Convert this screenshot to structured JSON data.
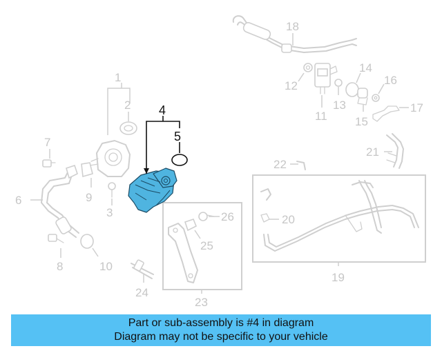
{
  "diagram": {
    "callouts": [
      "1",
      "2",
      "3",
      "4",
      "5",
      "6",
      "7",
      "8",
      "9",
      "10",
      "11",
      "12",
      "13",
      "14",
      "15",
      "16",
      "17",
      "18",
      "19",
      "20",
      "21",
      "22",
      "23",
      "24",
      "25",
      "26"
    ],
    "highlighted_callout": "4",
    "colors": {
      "highlight": "#4fb4e0",
      "banner": "#55c1f4",
      "faded_line": "#cfcfcf"
    }
  },
  "banner": {
    "line1": "Part or sub-assembly is #4 in diagram",
    "line2": "Diagram may not be specific to your vehicle"
  }
}
